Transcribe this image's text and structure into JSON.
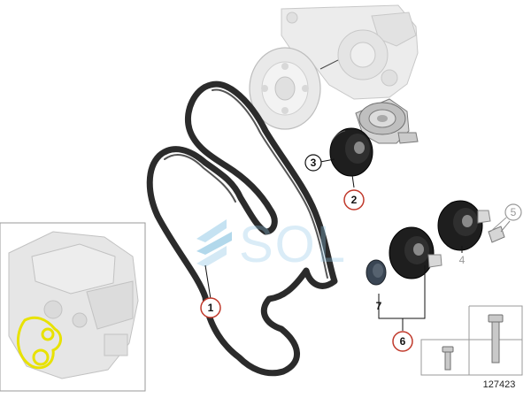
{
  "diagram": {
    "reference_number": "127423",
    "watermark_text": "SOL",
    "accent_color": "#c0392b",
    "belt_color": "#2b2b2b",
    "highlight_color": "#e8e200",
    "callouts": [
      {
        "id": "1",
        "label": "1",
        "style": "circled-red"
      },
      {
        "id": "2",
        "label": "2",
        "style": "circled-red"
      },
      {
        "id": "3",
        "label": "3",
        "style": "circled-black"
      },
      {
        "id": "4",
        "label": "4",
        "style": "grey"
      },
      {
        "id": "5",
        "label": "5",
        "style": "circled-grey"
      },
      {
        "id": "6",
        "label": "6",
        "style": "circled-red"
      },
      {
        "id": "7",
        "label": "7",
        "style": "bold"
      }
    ],
    "parts": [
      {
        "name": "drive-belt",
        "callout": "1"
      },
      {
        "name": "tensioner-assembly",
        "callout": "2"
      },
      {
        "name": "tensioner-pulley",
        "callout": "3"
      },
      {
        "name": "idler-pulley-upper",
        "callout": "4"
      },
      {
        "name": "bolt",
        "callout": "5"
      },
      {
        "name": "deflection-pulley-set",
        "callout": "6"
      },
      {
        "name": "pulley-cap",
        "callout": "7"
      }
    ]
  }
}
